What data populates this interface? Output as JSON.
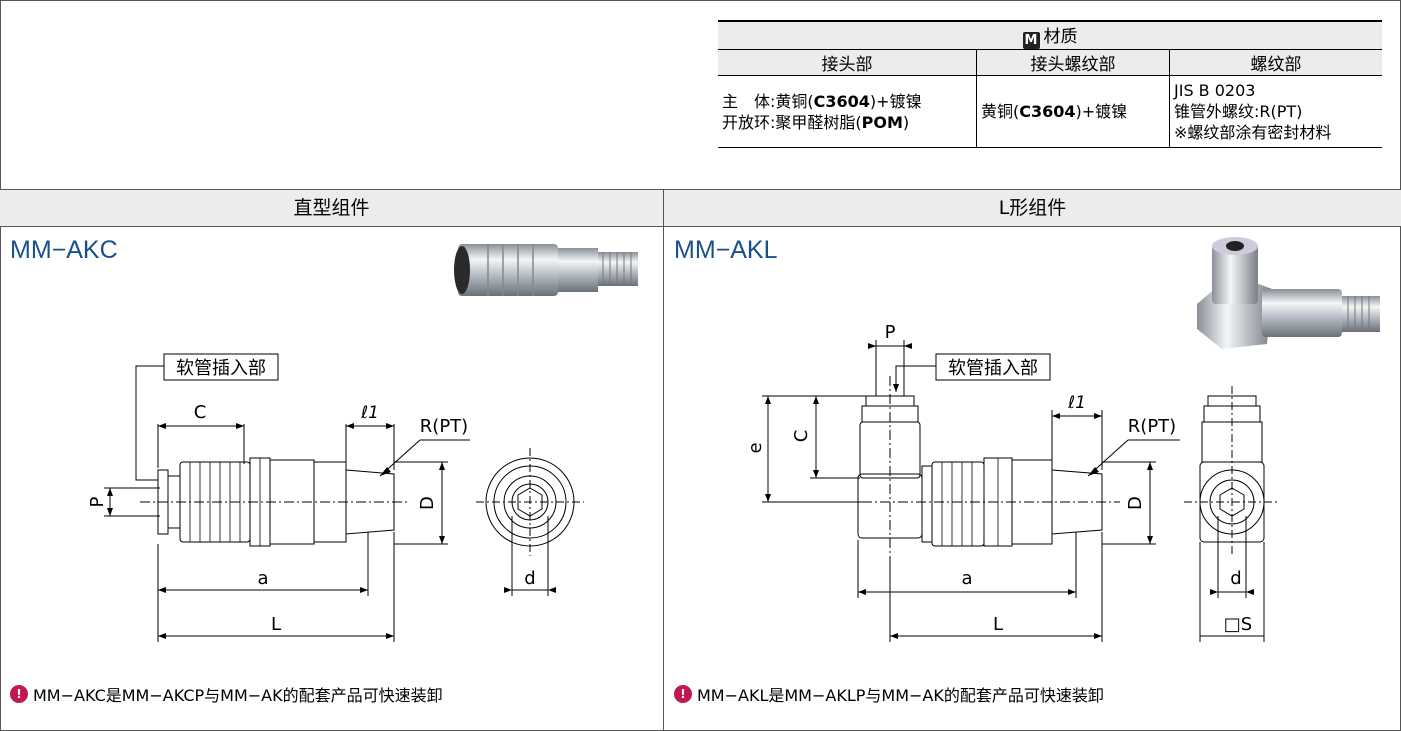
{
  "material": {
    "badge": "M",
    "title": "材质",
    "columns": [
      "接头部",
      "接头螺纹部",
      "螺纹部"
    ],
    "col1_line1_pre": "主　体:黄铜(",
    "col1_line1_code": "C3604",
    "col1_line1_post": ")+镀镍",
    "col1_line2_pre": "开放环:聚甲醛树脂(",
    "col1_line2_code": "POM",
    "col1_line2_post": ")",
    "col2_pre": "黄铜(",
    "col2_code": "C3604",
    "col2_post": ")+镀镍",
    "col3_line1": "JIS B 0203",
    "col3_line2": "锥管外螺纹:R(PT)",
    "col3_line3": "※螺纹部涂有密封材料"
  },
  "left_panel": {
    "header": "直型组件",
    "model": "MM−AKC",
    "labels": {
      "hose": "软管插入部",
      "C": "C",
      "l1": "ℓ1",
      "R": "R(PT)",
      "P": "P",
      "D": "D",
      "a": "a",
      "L": "L",
      "d": "d"
    },
    "note": "MM−AKC是MM−AKCP与MM−AK的配套产品可快速装卸"
  },
  "right_panel": {
    "header": "L形组件",
    "model": "MM−AKL",
    "labels": {
      "P": "P",
      "hose": "软管插入部",
      "l1": "ℓ1",
      "R": "R(PT)",
      "e": "e",
      "C": "C",
      "D": "D",
      "a": "a",
      "L": "L",
      "d": "d",
      "S": "□S"
    },
    "note": "MM−AKL是MM−AKLP与MM−AK的配套产品可快速装卸"
  },
  "colors": {
    "model_blue": "#1b4f8c",
    "note_icon": "#c3174f",
    "header_bg": "#ececec"
  }
}
